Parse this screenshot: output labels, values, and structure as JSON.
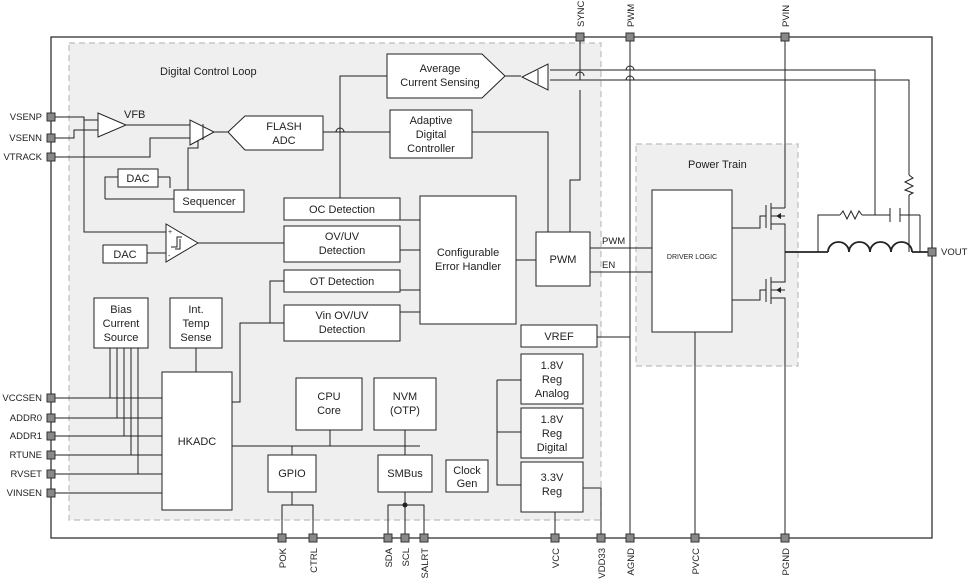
{
  "regions": {
    "digital_control_loop": "Digital Control Loop",
    "power_train": "Power Train"
  },
  "blocks": {
    "avg_current_l1": "Average",
    "avg_current_l2": "Current Sensing",
    "vfb": "VFB",
    "flash_adc_l1": "FLASH",
    "flash_adc_l2": "ADC",
    "adaptive_l1": "Adaptive",
    "adaptive_l2": "Digital",
    "adaptive_l3": "Controller",
    "dac_top": "DAC",
    "sequencer": "Sequencer",
    "oc_detection": "OC Detection",
    "ovuv_l1": "OV/UV",
    "ovuv_l2": "Detection",
    "dac_bottom": "DAC",
    "ot_detection": "OT Detection",
    "vin_ovuv_l1": "Vin OV/UV",
    "vin_ovuv_l2": "Detection",
    "error_handler_l1": "Configurable",
    "error_handler_l2": "Error Handler",
    "pwm": "PWM",
    "pwm_signal": "PWM",
    "en_signal": "EN",
    "driver_logic": "DRIVER LOGIC",
    "bias_l1": "Bias",
    "bias_l2": "Current",
    "bias_l3": "Source",
    "int_temp_l1": "Int.",
    "int_temp_l2": "Temp",
    "int_temp_l3": "Sense",
    "hkadc": "HKADC",
    "cpu_l1": "CPU",
    "cpu_l2": "Core",
    "nvm_l1": "NVM",
    "nvm_l2": "(OTP)",
    "gpio": "GPIO",
    "smbus": "SMBus",
    "clock_l1": "Clock",
    "clock_l2": "Gen",
    "vref": "VREF",
    "reg_analog_l1": "1.8V",
    "reg_analog_l2": "Reg",
    "reg_analog_l3": "Analog",
    "reg_digital_l1": "1.8V",
    "reg_digital_l2": "Reg",
    "reg_digital_l3": "Digital",
    "reg_33_l1": "3.3V",
    "reg_33_l2": "Reg"
  },
  "pins": {
    "left": [
      "VSENP",
      "VSENN",
      "VTRACK",
      "VCCSEN",
      "ADDR0",
      "ADDR1",
      "RTUNE",
      "RVSET",
      "VINSEN"
    ],
    "top": [
      "SYNC",
      "PWM",
      "PVIN"
    ],
    "bottom": [
      "POK",
      "CTRL",
      "SDA",
      "SCL",
      "SALRT",
      "VCC",
      "VDD33",
      "AGND",
      "PVCC",
      "PGND"
    ],
    "right": [
      "VOUT"
    ]
  }
}
